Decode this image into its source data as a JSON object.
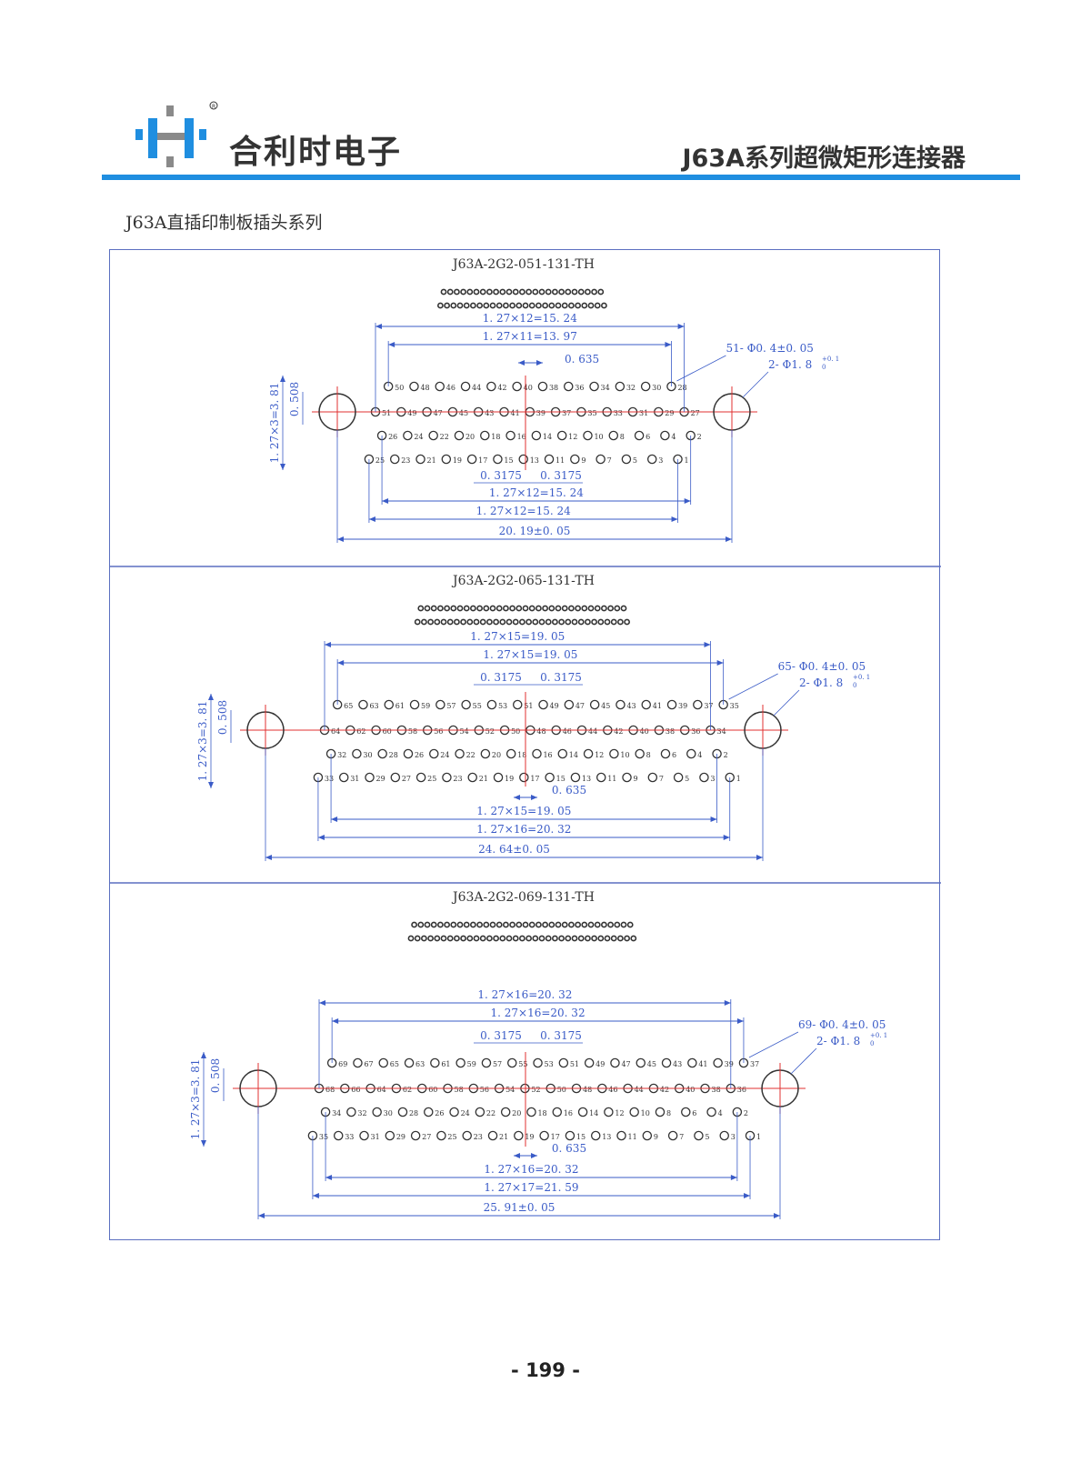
{
  "header": {
    "company_name": "合利时电子",
    "series_title": "J63A系列超微矩形连接器"
  },
  "section_title": "J63A直插印制板插头系列",
  "page_number": "- 199 -",
  "brand_colors": {
    "logo_blue": "#1f8ee0",
    "logo_gray": "#8a8a8a",
    "dim_blue": "#3a5bc7",
    "center_red": "#e03030"
  },
  "drawings": [
    {
      "part_number": "J63A-2G2-051-131-TH",
      "pins": 51,
      "dims": {
        "top1": "1. 27×12=15. 24",
        "top2": "1. 27×11=13. 97",
        "gap_top": "0. 635",
        "holes": "51- Φ0. 4±0. 05",
        "mount": "2- Φ1. 8",
        "mount_tol_up": "+0. 1",
        "mount_tol_dn": "0",
        "row_pitch": "0. 508",
        "height": "1. 27×3=3. 81",
        "offset_l": "0. 3175",
        "offset_r": "0. 3175",
        "bot1": "1. 27×12=15. 24",
        "bot2": "1. 27×12=15. 24",
        "overall": "20. 19±0. 05"
      },
      "rows": [
        [
          "50",
          "48",
          "46",
          "44",
          "42",
          "40",
          "38",
          "36",
          "34",
          "32",
          "30",
          "28"
        ],
        [
          "51",
          "49",
          "47",
          "45",
          "43",
          "41",
          "39",
          "37",
          "35",
          "33",
          "31",
          "29",
          "27"
        ],
        [
          "26",
          "24",
          "22",
          "20",
          "18",
          "16",
          "14",
          "12",
          "10",
          "8",
          "6",
          "4",
          "2"
        ],
        [
          "25",
          "23",
          "21",
          "19",
          "17",
          "15",
          "13",
          "11",
          "9",
          "7",
          "5",
          "3",
          "1"
        ]
      ]
    },
    {
      "part_number": "J63A-2G2-065-131-TH",
      "pins": 65,
      "dims": {
        "top1": "1. 27×15=19. 05",
        "top2": "1. 27×15=19. 05",
        "gap_top": "",
        "holes": "65- Φ0. 4±0. 05",
        "mount": "2- Φ1. 8",
        "mount_tol_up": "+0. 1",
        "mount_tol_dn": "0",
        "row_pitch": "0. 508",
        "height": "1. 27×3=3. 81",
        "offset_l": "0. 3175",
        "offset_r": "0. 3175",
        "gap_bottom": "0. 635",
        "bot1": "1. 27×15=19. 05",
        "bot2": "1. 27×16=20. 32",
        "overall": "24. 64±0. 05"
      },
      "rows": [
        [
          "65",
          "63",
          "61",
          "59",
          "57",
          "55",
          "53",
          "51",
          "49",
          "47",
          "45",
          "43",
          "41",
          "39",
          "37",
          "35"
        ],
        [
          "64",
          "62",
          "60",
          "58",
          "56",
          "54",
          "52",
          "50",
          "48",
          "46",
          "44",
          "42",
          "40",
          "38",
          "36",
          "34"
        ],
        [
          "32",
          "30",
          "28",
          "26",
          "24",
          "22",
          "20",
          "18",
          "16",
          "14",
          "12",
          "10",
          "8",
          "6",
          "4",
          "2"
        ],
        [
          "33",
          "31",
          "29",
          "27",
          "25",
          "23",
          "21",
          "19",
          "17",
          "15",
          "13",
          "11",
          "9",
          "7",
          "5",
          "3",
          "1"
        ]
      ]
    },
    {
      "part_number": "J63A-2G2-069-131-TH",
      "pins": 69,
      "dims": {
        "top1": "1. 27×16=20. 32",
        "top2": "1. 27×16=20. 32",
        "gap_top": "",
        "holes": "69- Φ0. 4±0. 05",
        "mount": "2- Φ1. 8",
        "mount_tol_up": "+0. 1",
        "mount_tol_dn": "0",
        "row_pitch": "0. 508",
        "height": "1. 27×3=3. 81",
        "offset_l": "0. 3175",
        "offset_r": "0. 3175",
        "gap_bottom": "0. 635",
        "bot1": "1. 27×16=20. 32",
        "bot2": "1. 27×17=21. 59",
        "overall": "25. 91±0. 05"
      },
      "rows": [
        [
          "69",
          "67",
          "65",
          "63",
          "61",
          "59",
          "57",
          "55",
          "53",
          "51",
          "49",
          "47",
          "45",
          "43",
          "41",
          "39",
          "37"
        ],
        [
          "68",
          "66",
          "64",
          "62",
          "60",
          "58",
          "56",
          "54",
          "52",
          "50",
          "48",
          "46",
          "44",
          "42",
          "40",
          "38",
          "36"
        ],
        [
          "34",
          "32",
          "30",
          "28",
          "26",
          "24",
          "22",
          "20",
          "18",
          "16",
          "14",
          "12",
          "10",
          "8",
          "6",
          "4",
          "2"
        ],
        [
          "35",
          "33",
          "31",
          "29",
          "27",
          "25",
          "23",
          "21",
          "19",
          "17",
          "15",
          "13",
          "11",
          "9",
          "7",
          "5",
          "3",
          "1"
        ]
      ]
    }
  ]
}
